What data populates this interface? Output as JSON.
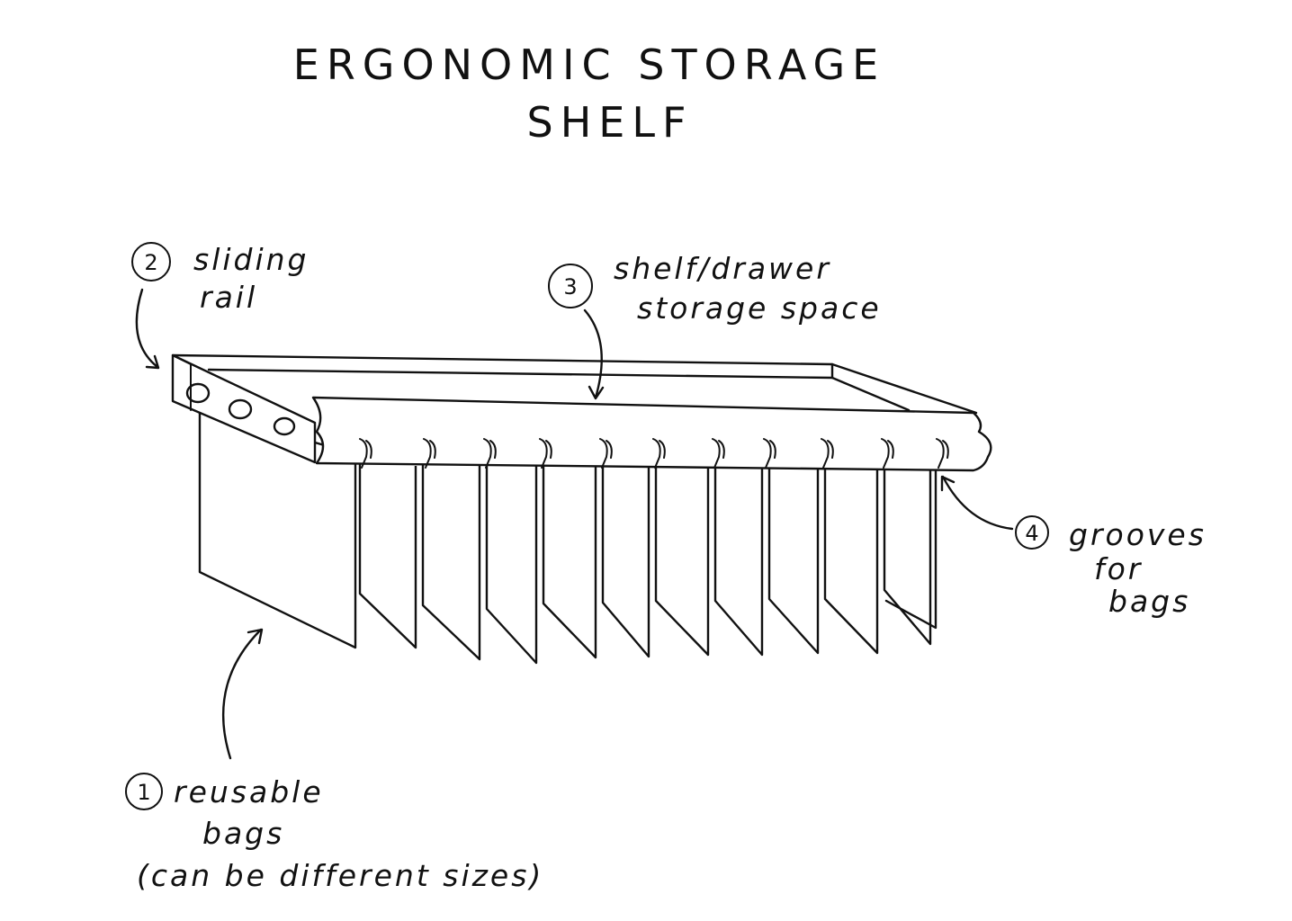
{
  "title": {
    "line1": "ERGONOMIC STORAGE",
    "line2": "SHELF"
  },
  "labels": {
    "bags": {
      "number": "1",
      "line1": "reusable",
      "line2": "bags",
      "line3": "(can be different sizes)"
    },
    "rail": {
      "number": "2",
      "line1": "sliding",
      "line2": "rail"
    },
    "shelf": {
      "number": "3",
      "line1": "shelf/drawer",
      "line2": "storage space"
    },
    "grooves": {
      "number": "4",
      "line1": "grooves",
      "line2": "for",
      "line3": "bags"
    }
  },
  "bag_count": 11
}
